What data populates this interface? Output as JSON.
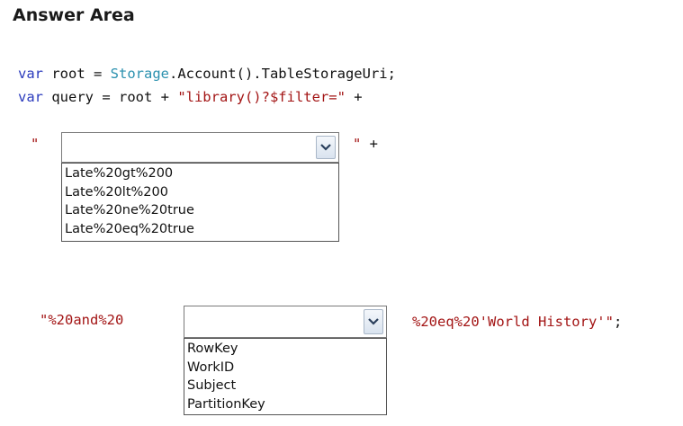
{
  "header": {
    "title": "Answer Area"
  },
  "code": {
    "line1": {
      "kw": "var",
      "text1": " root = ",
      "type": "Storage",
      "text2": ".Account().TableStorageUri;"
    },
    "line2": {
      "kw": "var",
      "text1": " query = root + ",
      "str": "\"library()?$filter=\"",
      "text2": " +"
    }
  },
  "row1": {
    "prefix": "\"",
    "suffix_quote": "\"",
    "suffix_plus": " +",
    "selected": "",
    "options": [
      "Late%20gt%200",
      "Late%20lt%200",
      "Late%20ne%20true",
      "Late%20eq%20true"
    ]
  },
  "row2": {
    "prefix": "\"%20and%20",
    "suffix": "%20eq%20'World History'\"",
    "terminator": ";",
    "selected": "",
    "options": [
      "RowKey",
      "WorkID",
      "Subject",
      "PartitionKey"
    ]
  },
  "icons": {
    "dropdown": "chevron-down-icon"
  },
  "colors": {
    "keyword": "#2b3bbd",
    "type": "#2b91af",
    "string": "#a31515"
  }
}
